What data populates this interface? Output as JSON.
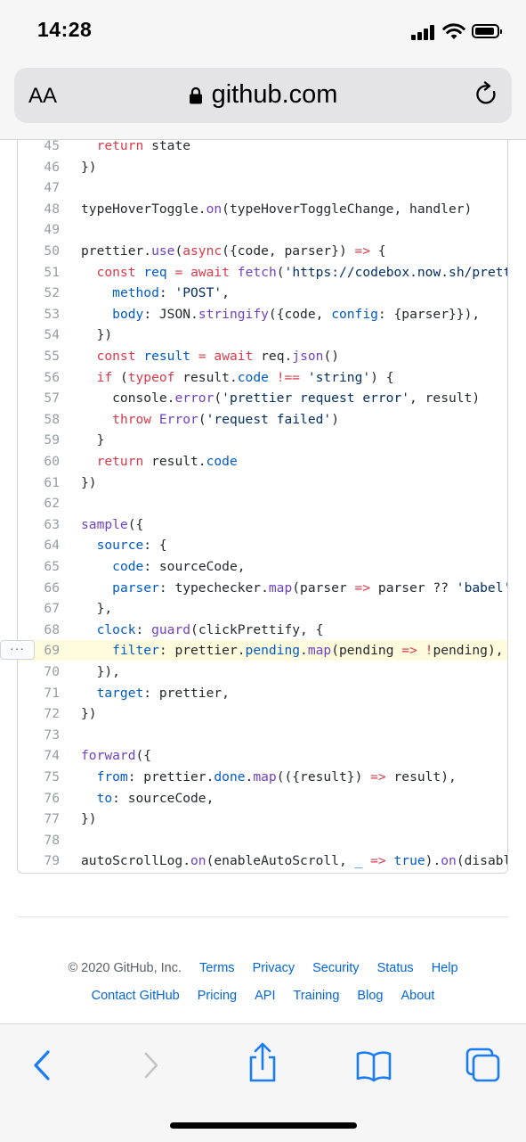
{
  "status_bar": {
    "time": "14:28"
  },
  "address_bar": {
    "text_size_button": "AA",
    "url": "github.com"
  },
  "code": {
    "lines": [
      {
        "n": "45",
        "tokens": [
          [
            "",
            "  "
          ],
          [
            "kw",
            "return"
          ],
          [
            "",
            " state"
          ]
        ]
      },
      {
        "n": "46",
        "tokens": [
          [
            "",
            "})"
          ]
        ]
      },
      {
        "n": "47",
        "tokens": []
      },
      {
        "n": "48",
        "tokens": [
          [
            "",
            "typeHoverToggle."
          ],
          [
            "fn",
            "on"
          ],
          [
            "",
            "(typeHoverToggleChange, handler)"
          ]
        ]
      },
      {
        "n": "49",
        "tokens": []
      },
      {
        "n": "50",
        "tokens": [
          [
            "",
            "prettier."
          ],
          [
            "fn",
            "use"
          ],
          [
            "",
            "("
          ],
          [
            "kw",
            "async"
          ],
          [
            "",
            "({code, parser}) "
          ],
          [
            "kw",
            "=>"
          ],
          [
            "",
            " {"
          ]
        ]
      },
      {
        "n": "51",
        "tokens": [
          [
            "",
            "  "
          ],
          [
            "kw",
            "const"
          ],
          [
            "",
            " "
          ],
          [
            "prop",
            "req"
          ],
          [
            "",
            " "
          ],
          [
            "kw",
            "="
          ],
          [
            "",
            " "
          ],
          [
            "kw",
            "await"
          ],
          [
            "",
            " "
          ],
          [
            "fn",
            "fetch"
          ],
          [
            "",
            "("
          ],
          [
            "str",
            "'https://codebox.now.sh/prettier"
          ]
        ]
      },
      {
        "n": "52",
        "tokens": [
          [
            "",
            "    "
          ],
          [
            "prop",
            "method"
          ],
          [
            "",
            ": "
          ],
          [
            "str",
            "'POST'"
          ],
          [
            "",
            ","
          ]
        ]
      },
      {
        "n": "53",
        "tokens": [
          [
            "",
            "    "
          ],
          [
            "prop",
            "body"
          ],
          [
            "",
            ": JSON."
          ],
          [
            "fn",
            "stringify"
          ],
          [
            "",
            "({code, "
          ],
          [
            "prop",
            "config"
          ],
          [
            "",
            ": {parser}}),"
          ]
        ]
      },
      {
        "n": "54",
        "tokens": [
          [
            "",
            "  })"
          ]
        ]
      },
      {
        "n": "55",
        "tokens": [
          [
            "",
            "  "
          ],
          [
            "kw",
            "const"
          ],
          [
            "",
            " "
          ],
          [
            "prop",
            "result"
          ],
          [
            "",
            " "
          ],
          [
            "kw",
            "="
          ],
          [
            "",
            " "
          ],
          [
            "kw",
            "await"
          ],
          [
            "",
            " req."
          ],
          [
            "fn",
            "json"
          ],
          [
            "",
            "()"
          ]
        ]
      },
      {
        "n": "56",
        "tokens": [
          [
            "",
            "  "
          ],
          [
            "kw",
            "if"
          ],
          [
            "",
            " ("
          ],
          [
            "kw",
            "typeof"
          ],
          [
            "",
            " result."
          ],
          [
            "prop",
            "code"
          ],
          [
            "",
            " "
          ],
          [
            "kw",
            "!=="
          ],
          [
            "",
            " "
          ],
          [
            "str",
            "'string'"
          ],
          [
            "",
            ") {"
          ]
        ]
      },
      {
        "n": "57",
        "tokens": [
          [
            "",
            "    console."
          ],
          [
            "fn",
            "error"
          ],
          [
            "",
            "("
          ],
          [
            "str",
            "'prettier request error'"
          ],
          [
            "",
            ", result)"
          ]
        ]
      },
      {
        "n": "58",
        "tokens": [
          [
            "",
            "    "
          ],
          [
            "kw",
            "throw"
          ],
          [
            "",
            " "
          ],
          [
            "fn",
            "Error"
          ],
          [
            "",
            "("
          ],
          [
            "str",
            "'request failed'"
          ],
          [
            "",
            ")"
          ]
        ]
      },
      {
        "n": "59",
        "tokens": [
          [
            "",
            "  }"
          ]
        ]
      },
      {
        "n": "60",
        "tokens": [
          [
            "",
            "  "
          ],
          [
            "kw",
            "return"
          ],
          [
            "",
            " result."
          ],
          [
            "prop",
            "code"
          ]
        ]
      },
      {
        "n": "61",
        "tokens": [
          [
            "",
            "})"
          ]
        ]
      },
      {
        "n": "62",
        "tokens": []
      },
      {
        "n": "63",
        "tokens": [
          [
            "fn",
            "sample"
          ],
          [
            "",
            "({"
          ]
        ]
      },
      {
        "n": "64",
        "tokens": [
          [
            "",
            "  "
          ],
          [
            "prop",
            "source"
          ],
          [
            "",
            ": {"
          ]
        ]
      },
      {
        "n": "65",
        "tokens": [
          [
            "",
            "    "
          ],
          [
            "prop",
            "code"
          ],
          [
            "",
            ": sourceCode,"
          ]
        ]
      },
      {
        "n": "66",
        "tokens": [
          [
            "",
            "    "
          ],
          [
            "prop",
            "parser"
          ],
          [
            "",
            ": typechecker."
          ],
          [
            "fn",
            "map"
          ],
          [
            "",
            "(parser "
          ],
          [
            "kw",
            "=>"
          ],
          [
            "",
            " parser ?? "
          ],
          [
            "str",
            "'babel'"
          ],
          [
            "",
            ")"
          ]
        ]
      },
      {
        "n": "67",
        "tokens": [
          [
            "",
            "  },"
          ]
        ]
      },
      {
        "n": "68",
        "tokens": [
          [
            "",
            "  "
          ],
          [
            "prop",
            "clock"
          ],
          [
            "",
            ": "
          ],
          [
            "fn",
            "guard"
          ],
          [
            "",
            "(clickPrettify, {"
          ]
        ]
      },
      {
        "n": "69",
        "tokens": [
          [
            "",
            "    "
          ],
          [
            "prop",
            "filter"
          ],
          [
            "",
            ": prettier."
          ],
          [
            "prop",
            "pending"
          ],
          [
            "",
            "."
          ],
          [
            "fn",
            "map"
          ],
          [
            "",
            "(pending "
          ],
          [
            "kw",
            "=>"
          ],
          [
            "",
            " "
          ],
          [
            "kw",
            "!"
          ],
          [
            "",
            "pending),"
          ]
        ],
        "highlight": true
      },
      {
        "n": "70",
        "tokens": [
          [
            "",
            "  }),"
          ]
        ]
      },
      {
        "n": "71",
        "tokens": [
          [
            "",
            "  "
          ],
          [
            "prop",
            "target"
          ],
          [
            "",
            ": prettier,"
          ]
        ]
      },
      {
        "n": "72",
        "tokens": [
          [
            "",
            "})"
          ]
        ]
      },
      {
        "n": "73",
        "tokens": []
      },
      {
        "n": "74",
        "tokens": [
          [
            "fn",
            "forward"
          ],
          [
            "",
            "({"
          ]
        ]
      },
      {
        "n": "75",
        "tokens": [
          [
            "",
            "  "
          ],
          [
            "prop",
            "from"
          ],
          [
            "",
            ": prettier."
          ],
          [
            "prop",
            "done"
          ],
          [
            "",
            "."
          ],
          [
            "fn",
            "map"
          ],
          [
            "",
            "(({result}) "
          ],
          [
            "kw",
            "=>"
          ],
          [
            "",
            " result),"
          ]
        ]
      },
      {
        "n": "76",
        "tokens": [
          [
            "",
            "  "
          ],
          [
            "prop",
            "to"
          ],
          [
            "",
            ": sourceCode,"
          ]
        ]
      },
      {
        "n": "77",
        "tokens": [
          [
            "",
            "})"
          ]
        ]
      },
      {
        "n": "78",
        "tokens": []
      },
      {
        "n": "79",
        "tokens": [
          [
            "",
            "autoScrollLog."
          ],
          [
            "fn",
            "on"
          ],
          [
            "",
            "(enableAutoScroll, "
          ],
          [
            "prop",
            "_"
          ],
          [
            "",
            " "
          ],
          [
            "kw",
            "=>"
          ],
          [
            "",
            " "
          ],
          [
            "prop",
            "true"
          ],
          [
            "",
            ")."
          ],
          [
            "fn",
            "on"
          ],
          [
            "",
            "(disableAutoScroll"
          ]
        ]
      }
    ],
    "line_menu_label": "···"
  },
  "footer": {
    "copyright": "© 2020 GitHub, Inc.",
    "row1_links": [
      "Terms",
      "Privacy",
      "Security",
      "Status",
      "Help"
    ],
    "row2_links": [
      "Contact GitHub",
      "Pricing",
      "API",
      "Training",
      "Blog",
      "About"
    ]
  },
  "toolbar": {
    "buttons": [
      "back-icon",
      "forward-icon",
      "share-icon",
      "bookmarks-icon",
      "tabs-icon"
    ]
  },
  "colors": {
    "keyword": "#d73a49",
    "function": "#6f42c1",
    "string": "#032f62",
    "property": "#005cc5",
    "link": "#0366d6",
    "ios_blue": "#1a7cf5",
    "highlight": "#fffbdd"
  }
}
